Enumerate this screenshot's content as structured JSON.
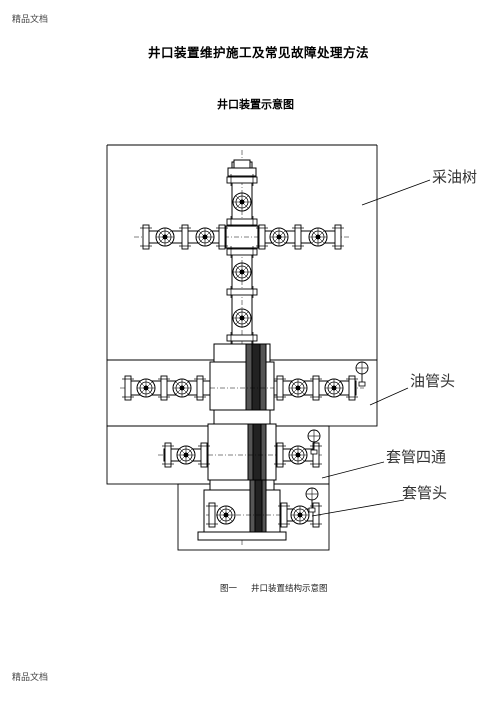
{
  "page": {
    "header": "精品文档",
    "footer": "精品文档"
  },
  "document": {
    "title": "井口装置维护施工及常见故障处理方法",
    "subtitle": "井口装置示意图"
  },
  "figure": {
    "callouts": {
      "christmas_tree": "采油树",
      "tubing_head": "油管头",
      "casing_spool": "套管四通",
      "casing_head": "套管头"
    },
    "caption_number": "图一",
    "caption_text": "井口装置结构示意图"
  }
}
